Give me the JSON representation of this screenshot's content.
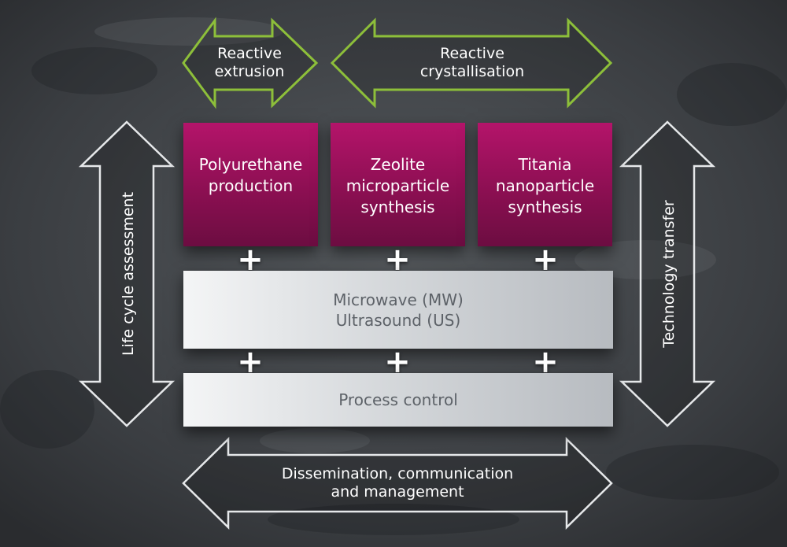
{
  "top_arrows": [
    {
      "lines": [
        "Reactive",
        "extrusion"
      ]
    },
    {
      "lines": [
        "Reactive",
        "crystallisation"
      ]
    }
  ],
  "process_boxes": [
    {
      "lines": [
        "Polyurethane",
        "production"
      ]
    },
    {
      "lines": [
        "Zeolite",
        "microparticle",
        "synthesis"
      ]
    },
    {
      "lines": [
        "Titania",
        "nanoparticle",
        "synthesis"
      ]
    }
  ],
  "plus_sign": "+",
  "technology_bar": {
    "lines": [
      "Microwave (MW)",
      "Ultrasound (US)"
    ]
  },
  "control_bar": {
    "label": "Process control"
  },
  "side_arrows": {
    "left": "Life cycle assessment",
    "right": "Technology transfer"
  },
  "bottom_arrow": {
    "lines": [
      "Dissemination, communication",
      "and management"
    ]
  },
  "colors": {
    "background": "#3a3d40",
    "green_arrow": "#8dbf3a",
    "box_magenta": "#9c1159",
    "bar_grey": "#d3d6d9",
    "bar_text": "#5d6268",
    "white_outline": "#e6e8ea"
  }
}
